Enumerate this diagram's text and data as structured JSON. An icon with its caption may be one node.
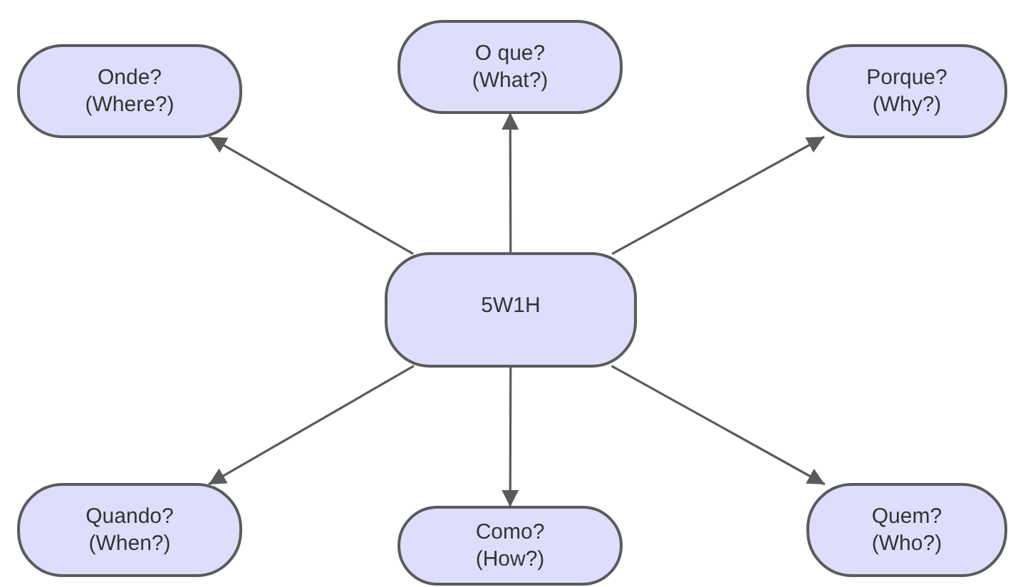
{
  "diagram": {
    "nodes": [
      {
        "text": [
          "Onde?",
          "(Where?)"
        ]
      },
      {
        "text": [
          "O que?",
          "(What?)"
        ]
      },
      {
        "text": [
          "Porque?",
          "(Why?)"
        ]
      },
      {
        "text": [
          "5W1H"
        ]
      },
      {
        "text": [
          "Quando?",
          "(When?)"
        ]
      },
      {
        "text": [
          "Como?",
          "(How?)"
        ]
      },
      {
        "text": [
          "Quem?",
          "(Who?)"
        ]
      }
    ],
    "edges": [
      {
        "from": 3,
        "to": 0,
        "arrow": "to"
      },
      {
        "from": 3,
        "to": 1,
        "arrow": "to"
      },
      {
        "from": 3,
        "to": 2,
        "arrow": "to"
      },
      {
        "from": 3,
        "to": 4,
        "arrow": "to"
      },
      {
        "from": 3,
        "to": 5,
        "arrow": "to"
      },
      {
        "from": 3,
        "to": 6,
        "arrow": "to"
      }
    ]
  }
}
